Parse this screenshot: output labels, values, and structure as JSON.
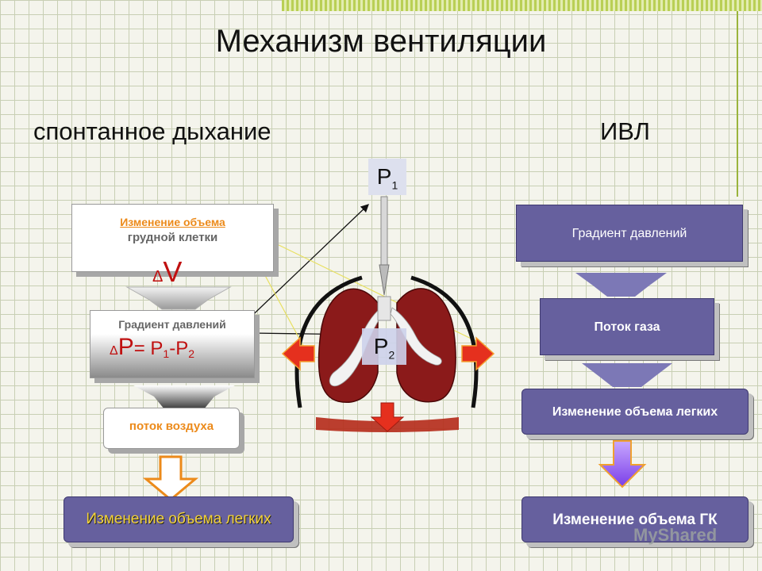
{
  "title": "Механизм вентиляции",
  "left_heading": "спонтанное дыхание",
  "right_heading": "ИВЛ",
  "left": {
    "chest_volume_line1": "Изменение объема",
    "chest_volume_line2": "грудной клетки",
    "delta_sym": "Δ",
    "delta_v": "V",
    "gradient_label": "Градиент давлений",
    "delta_p_prefix": "Δ",
    "formula_p": "P",
    "formula_eq": "= P",
    "formula_sub1": "1",
    "formula_minus": "-P",
    "formula_sub2": "2",
    "air_flow": "поток воздуха",
    "lung_volume": "Изменение объема легких"
  },
  "center": {
    "p1_letter": "P",
    "p1_sub": "1",
    "p2_letter": "P",
    "p2_sub": "2"
  },
  "right": {
    "gradient": "Градиент давлений",
    "gas_flow": "Поток газа",
    "lung_volume": "Изменение объема легких",
    "gk_volume": "Изменение объема ГК"
  },
  "watermark": "MyShared",
  "colors": {
    "accent_orange": "#ec8a1a",
    "box_purple": "#66609e",
    "arrow_lavender": "#7c78b6",
    "arrow_violet": "#a066f0",
    "lung_red": "#8b1a1a"
  }
}
